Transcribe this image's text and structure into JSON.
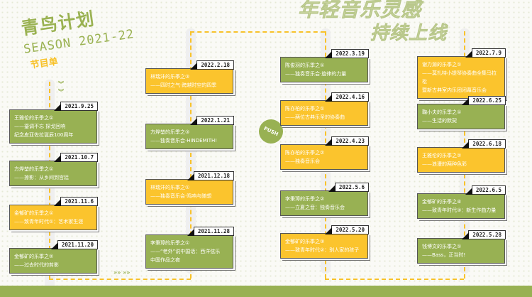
{
  "header": {
    "title": "青鸟计划",
    "season": "SEASON 2021-22",
    "subtitle": "节目单",
    "slogan_line1": "年轻音乐灵感",
    "slogan_line2": "持续上线",
    "push_badge": "PUSH"
  },
  "colors": {
    "green": "#98b153",
    "yellow": "#fbc42d",
    "dash": "#f8c22a"
  },
  "columns": [
    [
      {
        "date": "2021.9.25",
        "title": "王雅伦的乐季之①",
        "lines": [
          "——鎏调不忘 探戈回响",
          "纪念皮亚佐拉诞辰100周年"
        ],
        "color": "green"
      },
      {
        "date": "2021.10.7",
        "title": "方烨堃的乐季之①",
        "lines": [
          "——掠影：从乡间到宫廷"
        ],
        "color": "green"
      },
      {
        "date": "2021.11.6",
        "title": "金郁矿的乐季之①",
        "lines": [
          "——致青年时代①：艺术家生涯"
        ],
        "color": "yellow"
      },
      {
        "date": "2021.11.20",
        "title": "金郁矿的乐季之②",
        "lines": [
          "——过去时代的剪影"
        ],
        "color": "green"
      }
    ],
    [
      {
        "date": "2022.2.18",
        "title": "林瑞沣的乐季之③",
        "lines": [
          "——四时之气·跨越时空的四季"
        ],
        "color": "yellow"
      },
      {
        "date": "2022.1.21",
        "title": "方烨堃的乐季之③",
        "lines": [
          "——独奏音乐会·HINDEMITH!"
        ],
        "color": "green"
      },
      {
        "date": "2021.12.18",
        "title": "林瑞沣的乐季之①",
        "lines": [
          "——独奏音乐会·鸣响与随想"
        ],
        "color": "yellow"
      },
      {
        "date": "2021.11.28",
        "title": "李秉璋的乐季之①",
        "lines": [
          "——“老外”说中国话：西洋弦乐",
          "中国作品之夜"
        ],
        "color": "green"
      }
    ],
    [
      {
        "date": "2022.3.19",
        "title": "陈俊羽的乐季之①",
        "lines": [
          "——独奏音乐会·旋律的力量"
        ],
        "color": "green"
      },
      {
        "date": "2022.4.16",
        "title": "陈亦柏的乐季之①",
        "lines": [
          "——两位古典乐圣的协奏曲"
        ],
        "color": "yellow"
      },
      {
        "date": "2022.4.23",
        "title": "陈亦柏的乐季之②",
        "lines": [
          "——独奏音乐会"
        ],
        "color": "yellow"
      },
      {
        "date": "2022.5.6",
        "title": "李秉璋的乐季之②",
        "lines": [
          "——立夏之音：独奏音乐会"
        ],
        "color": "green"
      },
      {
        "date": "2022.5.20",
        "title": "金郁矿的乐季之③",
        "lines": [
          "——致青年时代②：别人家的孩子"
        ],
        "color": "yellow"
      }
    ],
    [
      {
        "date": "2022.7.9",
        "title": "谢力源的乐季之①",
        "lines": [
          "——莫扎特小提琴协奏曲全集马拉松",
          "暨新古典室内乐团闭幕音乐会"
        ],
        "color": "yellow"
      },
      {
        "date": "2022.6.25",
        "title": "鞠小夫的乐季之①",
        "lines": [
          "——生活的默契"
        ],
        "color": "green"
      },
      {
        "date": "2022.6.18",
        "title": "王雅伦的乐季之②",
        "lines": [
          "——浪漫的两种色彩"
        ],
        "color": "yellow"
      },
      {
        "date": "2022.6.5",
        "title": "金郁矿的乐季之④",
        "lines": [
          "——致青年时代③：新生作曲力量"
        ],
        "color": "green"
      },
      {
        "date": "2022.5.28",
        "title": "钱博文的乐季之①",
        "lines": [
          "——Bass，正当时!"
        ],
        "color": "green"
      }
    ]
  ]
}
